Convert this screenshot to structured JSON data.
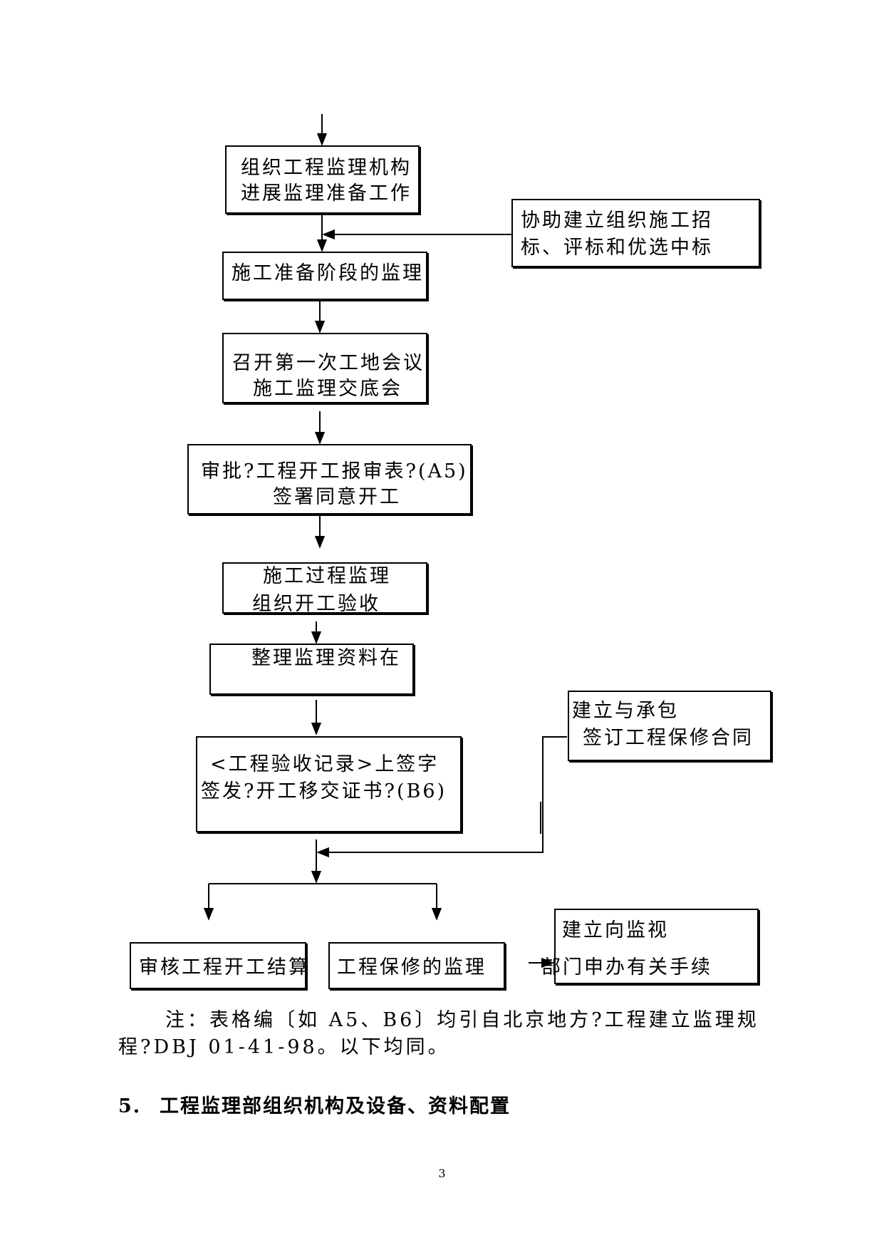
{
  "flow": {
    "step1": {
      "line1": "组织工程监理机构",
      "line2": "进展监理准备工作"
    },
    "side_tender": {
      "line1": "协助建立组织施工招",
      "line2": "标、评标和优选中标"
    },
    "step2": {
      "line1": "施工准备阶段的监理"
    },
    "step3": {
      "line1": "召开第一次工地会议",
      "line2": "施工监理交底会"
    },
    "step4": {
      "line1": "审批?工程开工报审表?(A5)",
      "line2": "签署同意开工"
    },
    "step5": {
      "line1": "施工过程监理",
      "line2": "组织开工验收"
    },
    "step6": {
      "line1": "整理监理资料在"
    },
    "step7": {
      "line1": "<工程验收记录>上签字",
      "line2": "签发?开工移交证书?(B6)"
    },
    "side_warranty": {
      "line1": "建立与承包",
      "line2": "签订工程保修合同"
    },
    "step8a": {
      "line1": "审核工程开工结算"
    },
    "step8b": {
      "line1": "工程保修的监理"
    },
    "side_dept": {
      "line1": "建立向监视",
      "line2": "部门申办有关手续"
    }
  },
  "note": {
    "line1": "注：表格编〔如 A5、B6〕均引自北京地方?工程建立监理规",
    "line2": "程?DBJ 01-41-98。以下均同。"
  },
  "section": {
    "number": "5.",
    "title": "工程监理部组织机构及设备、资料配置"
  },
  "page_number": "3"
}
